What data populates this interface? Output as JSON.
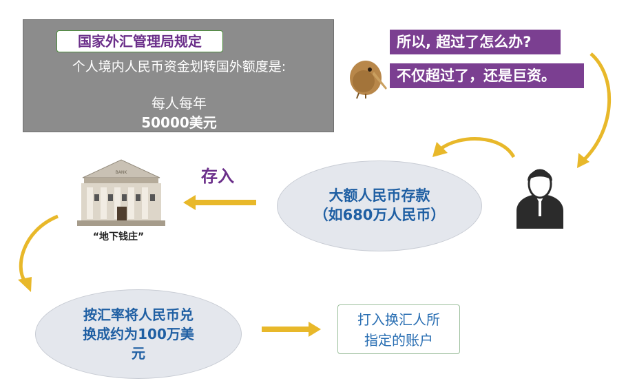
{
  "regulation": {
    "title": "国家外汇管理局规定",
    "line1": "个人境内人民币资金划转国外额度是:",
    "line2": "每人每年",
    "line3": "50000美元"
  },
  "speech": {
    "question": "所以, 超过了怎么办?",
    "answer": "不仅超过了，还是巨资。"
  },
  "deposit": {
    "line1": "大额人民币存款",
    "line2": "（如680万人民币）",
    "action_label": "存入"
  },
  "bank": {
    "label": "“地下钱庄”",
    "sign": "BANK"
  },
  "exchange": {
    "line1": "按汇率将人民币兑",
    "line2": "换成约为100万美",
    "line3": "元"
  },
  "account": {
    "line1": "打入换汇人所",
    "line2": "指定的账户"
  },
  "colors": {
    "arrow": "#e8b82a",
    "purple": "#7b3f91",
    "blue_text": "#1f5fa3",
    "gray_box": "#8c8c8c"
  }
}
